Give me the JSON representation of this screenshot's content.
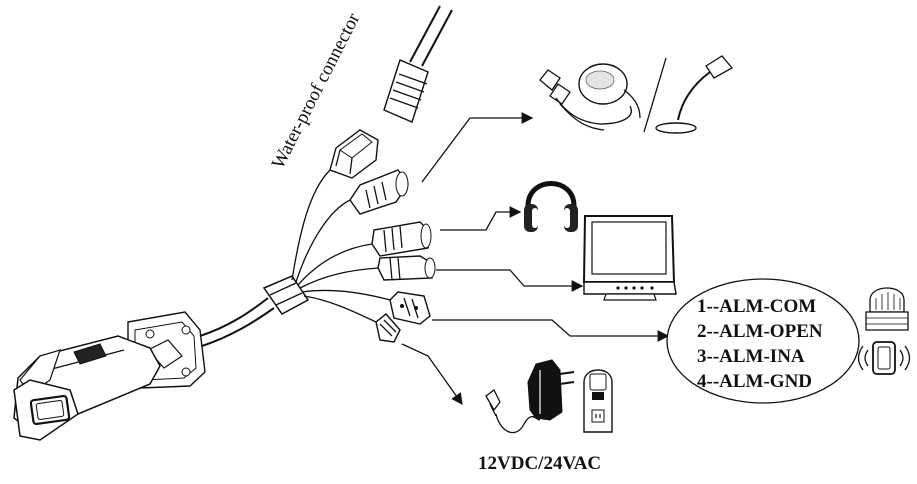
{
  "labels": {
    "connector": "Water-proof connector",
    "power": "12VDC/24VAC"
  },
  "alarm_pins": [
    "1--ALM-COM",
    "2--ALM-OPEN",
    "3--ALM-INA",
    "4--ALM-GND"
  ]
}
